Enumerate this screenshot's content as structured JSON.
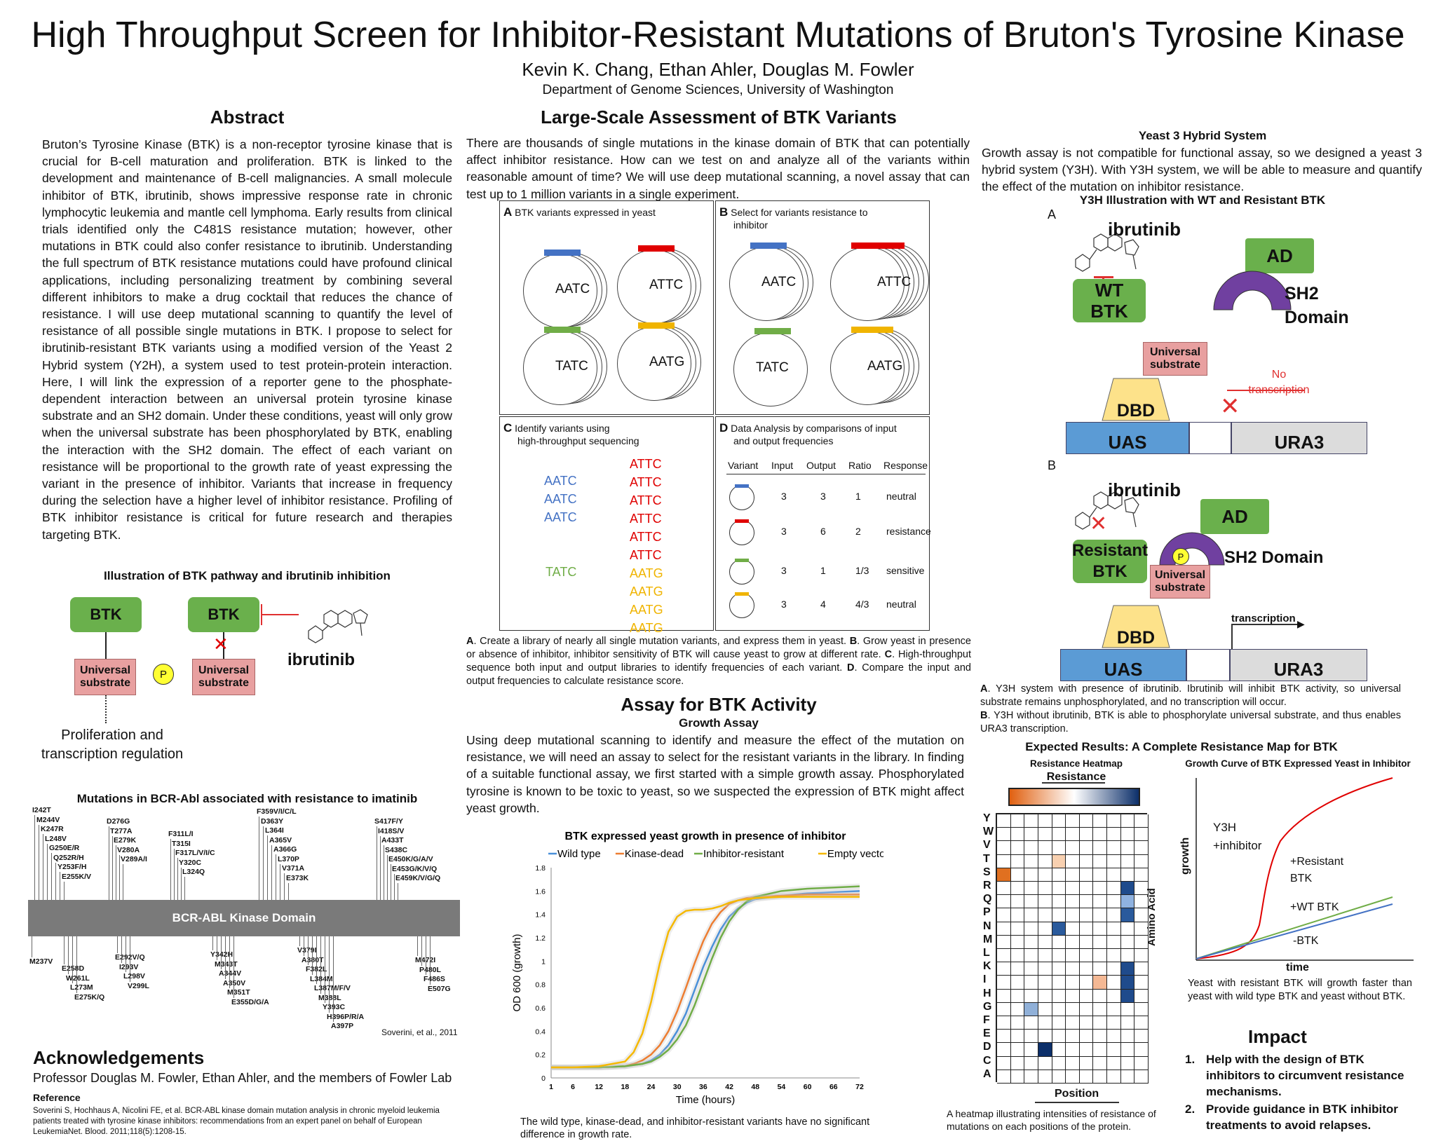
{
  "header": {
    "title": "High Throughput Screen for Inhibitor-Resistant Mutations of Bruton's Tyrosine Kinase",
    "authors": "Kevin K. Chang, Ethan Ahler, Douglas M. Fowler",
    "affiliation": "Department of Genome Sciences, University of Washington"
  },
  "abstract": {
    "heading": "Abstract",
    "text": "Bruton’s Tyrosine Kinase (BTK) is a non-receptor tyrosine kinase that is crucial for B-cell maturation and proliferation. BTK is linked to the development and maintenance of B-cell malignancies. A small molecule inhibitor of BTK, ibrutinib, shows impressive response rate in chronic lymphocytic leukemia and mantle cell lymphoma. Early results from clinical trials identified only the C481S resistance mutation; however, other mutations in BTK could also confer resistance to ibrutinib. Understanding the full spectrum of BTK resistance mutations could have profound clinical applications, including personalizing treatment by combining several different inhibitors to make a drug cocktail that reduces the chance of resistance. I will use deep mutational scanning to quantify the level of resistance of all possible single mutations in BTK. I propose to select for ibrutinib-resistant BTK variants using a modified version of the Yeast 2 Hybrid system (Y2H), a system used to test protein-protein interaction. Here, I will link the expression of a reporter gene to the phosphate-dependent interaction between an universal protein tyrosine kinase substrate and an SH2 domain. Under these conditions, yeast will only grow when the universal substrate has been phosphorylated by BTK, enabling the interaction with the SH2 domain. The effect of each variant on resistance will be proportional to the growth rate of yeast expressing the variant in the presence of inhibitor. Variants that increase in frequency during the selection have a higher level of inhibitor resistance. Profiling of BTK inhibitor resistance is critical for future research and therapies targeting BTK."
  },
  "pathway": {
    "heading": "Illustration of BTK pathway and ibrutinib inhibition",
    "btk": "BTK",
    "substrate_line1": "Universal",
    "substrate_line2": "substrate",
    "p": "P",
    "ibrutinib": "ibrutinib",
    "outcome_line1": "Proliferation and",
    "outcome_line2": "transcription regulation"
  },
  "bcrabl": {
    "heading": "Mutations in BCR-Abl associated with resistance to imatinib",
    "domain": "BCR-ABL Kinase Domain",
    "citation": "Soverini, et al., 2011",
    "top_groups": [
      [
        "I242T",
        "M244V",
        "K247R",
        "L248V",
        "G250E/R",
        "Q252R/H",
        "Y253F/H",
        "E255K/V"
      ],
      [
        "D276G",
        "T277A",
        "E279K",
        "V280A",
        "V289A/I"
      ],
      [
        "F311L/I",
        "T315I",
        "F317L/V/I/C",
        "Y320C",
        "L324Q"
      ],
      [
        "F359V/I/C/L",
        "D363Y",
        "L364I",
        "A365V",
        "A366G",
        "L370P",
        "V371A",
        "E373K"
      ],
      [
        "S417F/Y",
        "I418S/V",
        "A433T",
        "S438C",
        "E450K/G/A/V",
        "E453G/K/V/Q",
        "E459K/V/G/Q"
      ]
    ],
    "bottom_groups": [
      [
        "M237V"
      ],
      [
        "E258D",
        "W261L",
        "L273M",
        "E275K/Q"
      ],
      [
        "E292V/Q",
        "I293V",
        "L298V",
        "V299L"
      ],
      [
        "Y342H",
        "M343T",
        "A344V",
        "A350V",
        "M351T",
        "E355D/G/A"
      ],
      [
        "V379I",
        "A380T",
        "F382L",
        "L384M",
        "L387M/F/V",
        "M388L",
        "Y393C",
        "H396P/R/A",
        "A397P"
      ],
      [
        "M472I",
        "P480L",
        "F486S",
        "E507G"
      ]
    ]
  },
  "ack": {
    "heading": "Acknowledgements",
    "text": "Professor Douglas M. Fowler, Ethan Ahler, and the members of Fowler Lab",
    "ref_heading": "Reference",
    "ref_text": "Soverini S, Hochhaus A, Nicolini FE, et al. BCR-ABL kinase domain mutation analysis in chronic myeloid leukemia patients treated with tyrosine kinase inhibitors: recommendations from an expert panel on behalf of European LeukemiaNet. Blood. 2011;118(5):1208-15."
  },
  "large_scale": {
    "heading": "Large-Scale Assessment of BTK Variants",
    "text": "There are thousands of single mutations in the kinase domain of BTK that can potentially affect inhibitor resistance. How can we test on and analyze all of the variants within reasonable amount of time? We will use deep mutational scanning, a novel assay that can test up to 1 million variants in a single experiment.",
    "panelA_label": "A",
    "panelA_text": "BTK variants expressed in yeast",
    "panelB_label": "B",
    "panelB_text_1": "Select for variants resistance to",
    "panelB_text_2": "inhibitor",
    "panelC_label": "C",
    "panelC_text_1": "Identify variants using",
    "panelC_text_2": "high-throughput sequencing",
    "panelD_label": "D",
    "panelD_text_1": "Data Analysis by comparisons  of input",
    "panelD_text_2": "and output frequencies",
    "variants": [
      "AATC",
      "ATTC",
      "TATC",
      "AATG"
    ],
    "variant_colors": [
      "#4472c4",
      "#e00000",
      "#70ad47",
      "#f0b400"
    ],
    "table_headers": [
      "Variant",
      "Input",
      "Output",
      "Ratio",
      "Response"
    ],
    "table_rows": [
      [
        "3",
        "3",
        "1",
        "neutral"
      ],
      [
        "3",
        "6",
        "2",
        "resistance"
      ],
      [
        "3",
        "1",
        "1/3",
        "sensitive"
      ],
      [
        "3",
        "4",
        "4/3",
        "neutral"
      ]
    ],
    "caption_parts": [
      {
        "b": "A",
        "t": ". Create a library of nearly all single mutation variants, and express them in yeast. "
      },
      {
        "b": "B",
        "t": ". Grow yeast in presence or absence of inhibitor, inhibitor sensitivity of BTK will cause yeast to grow at different rate. "
      },
      {
        "b": "C",
        "t": ". High-throughput sequence both input and output libraries to identify frequencies of each variant. "
      },
      {
        "b": "D",
        "t": ". Compare the input and output frequencies to calculate resistance score."
      }
    ]
  },
  "assay": {
    "heading": "Assay for BTK Activity",
    "subheading": "Growth Assay",
    "text": "Using deep mutational scanning to identify and measure the effect of the mutation on resistance, we will need an assay to select for the resistant variants in the library. In finding of a suitable functional assay, we first started with a simple growth assay. Phosphorylated tyrosine is known to be toxic to yeast, so we suspected the expression of BTK might affect yeast growth.",
    "caption": "The wild type, kinase-dead, and inhibitor-resistant variants have no significant difference in growth rate."
  },
  "y3h": {
    "heading": "Yeast 3 Hybrid System",
    "text": "Growth assay is not compatible for functional assay, so we designed a yeast 3 hybrid system (Y3H). With Y3H system, we will be able to measure and quantify the effect of the mutation on inhibitor resistance.",
    "illus_heading": "Y3H Illustration with WT and Resistant BTK",
    "label_a": "A",
    "label_b": "B",
    "ibrutinib": "ibrutinib",
    "wt_line1": "WT",
    "wt_line2": "BTK",
    "ad": "AD",
    "sh2_line1": "SH2",
    "sh2_line2": "Domain",
    "sh2_full": "SH2 Domain",
    "substrate_line1": "Universal",
    "substrate_line2": "substrate",
    "no_tx_line1": "No",
    "no_tx_line2": "transcription",
    "dbd": "DBD",
    "uas": "UAS",
    "ura3": "URA3",
    "res_line1": "Resistant",
    "res_line2": "BTK",
    "p": "P",
    "transcription": "transcription",
    "caption_a_b": "A",
    "caption_a": ". Y3H system with presence of ibrutinib. Ibrutinib will inhibit BTK activity, so universal substrate remains unphosphorylated, and no transcription will occur.",
    "caption_b_b": "B",
    "caption_b": ". Y3H without ibrutinib, BTK is able to phosphorylate universal substrate, and thus enables URA3 transcription."
  },
  "expected": {
    "heading": "Expected Results: A Complete Resistance Map for BTK",
    "heatmap_title": "Resistance Heatmap",
    "resistance_label": "Resistance",
    "amino_acids": [
      "Y",
      "W",
      "V",
      "T",
      "S",
      "R",
      "Q",
      "P",
      "N",
      "M",
      "L",
      "K",
      "I",
      "H",
      "G",
      "F",
      "E",
      "D",
      "C",
      "A"
    ],
    "position_label": "Position",
    "amino_label": "Amino Acid",
    "heatmap_caption": "A heatmap illustrating intensities of resistance of mutations on each positions of the protein.",
    "curve_title": "Growth Curve of BTK Expressed Yeast in Inhibitor",
    "curve_y": "growth",
    "curve_x": "time",
    "curve_note_1": "Y3H",
    "curve_note_2": "+inhibitor",
    "curve_res_1": "+Resistant",
    "curve_res_2": "BTK",
    "curve_wt": "+WT BTK",
    "curve_neg": "-BTK",
    "curve_caption": "Yeast with resistant BTK will growth faster than yeast with wild type BTK and yeast without BTK."
  },
  "impact": {
    "heading": "Impact",
    "items": [
      "Help with the design of BTK inhibitors to circumvent resistance mechanisms.",
      "Provide guidance in BTK inhibitor treatments to avoid relapses."
    ]
  },
  "chart_data": {
    "type": "line",
    "title": "BTK expressed yeast growth in presence of inhibitor",
    "xlabel": "Time (hours)",
    "ylabel": "OD 600 (growth)",
    "ylim": [
      0,
      1.8
    ],
    "xlim": [
      1,
      72
    ],
    "xticks": [
      "1",
      "6",
      "12",
      "18",
      "24",
      "30",
      "36",
      "42",
      "48",
      "54",
      "60",
      "66",
      "72"
    ],
    "yticks": [
      "0",
      "0.2",
      "0.4",
      "0.6",
      "0.8",
      "1",
      "1.2",
      "1.4",
      "1.6",
      "1.8"
    ],
    "legend_placement": "top",
    "x": [
      1,
      6,
      12,
      18,
      20,
      22,
      24,
      26,
      28,
      30,
      32,
      34,
      36,
      38,
      40,
      42,
      44,
      46,
      48,
      54,
      60,
      66,
      72
    ],
    "series": [
      {
        "name": "Wild type",
        "color": "#4a90d9",
        "values": [
          0.09,
          0.09,
          0.09,
          0.1,
          0.11,
          0.12,
          0.15,
          0.2,
          0.28,
          0.4,
          0.55,
          0.75,
          0.95,
          1.12,
          1.27,
          1.38,
          1.45,
          1.5,
          1.53,
          1.56,
          1.58,
          1.59,
          1.6
        ]
      },
      {
        "name": "Kinase-dead",
        "color": "#ed7d31",
        "values": [
          0.09,
          0.09,
          0.09,
          0.1,
          0.12,
          0.15,
          0.2,
          0.28,
          0.4,
          0.57,
          0.77,
          0.98,
          1.17,
          1.32,
          1.42,
          1.49,
          1.52,
          1.54,
          1.55,
          1.56,
          1.57,
          1.57,
          1.57
        ]
      },
      {
        "name": "Inhibitor-resistant",
        "color": "#70ad47",
        "values": [
          0.09,
          0.09,
          0.09,
          0.1,
          0.11,
          0.12,
          0.14,
          0.18,
          0.24,
          0.33,
          0.45,
          0.62,
          0.82,
          1.02,
          1.2,
          1.34,
          1.44,
          1.51,
          1.55,
          1.6,
          1.62,
          1.63,
          1.64
        ]
      },
      {
        "name": "Empty vector",
        "color": "#f5b800",
        "values": [
          0.09,
          0.09,
          0.1,
          0.14,
          0.22,
          0.38,
          0.65,
          0.98,
          1.25,
          1.38,
          1.43,
          1.44,
          1.44,
          1.45,
          1.47,
          1.5,
          1.52,
          1.53,
          1.54,
          1.55,
          1.55,
          1.55,
          1.55
        ]
      }
    ]
  }
}
